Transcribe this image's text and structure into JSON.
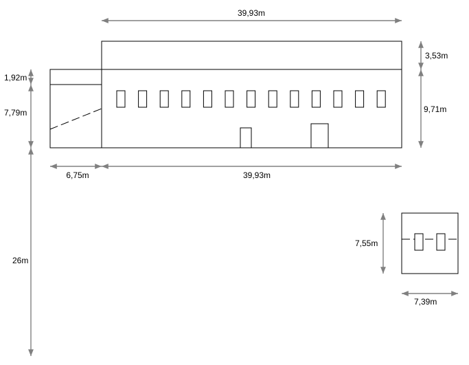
{
  "dimensions": {
    "top_length": "39,93m",
    "bottom_length": "39,93m",
    "annex_length": "6,75m",
    "annex_top_height": "1,92m",
    "annex_height": "7,79m",
    "roof_height": "3,53m",
    "wall_height": "9,71m",
    "total_depth": "26m",
    "small_height": "7,55m",
    "small_width": "7,39m"
  },
  "colors": {
    "outline": "#000000",
    "dimension_line": "#808080",
    "background": "#ffffff"
  }
}
